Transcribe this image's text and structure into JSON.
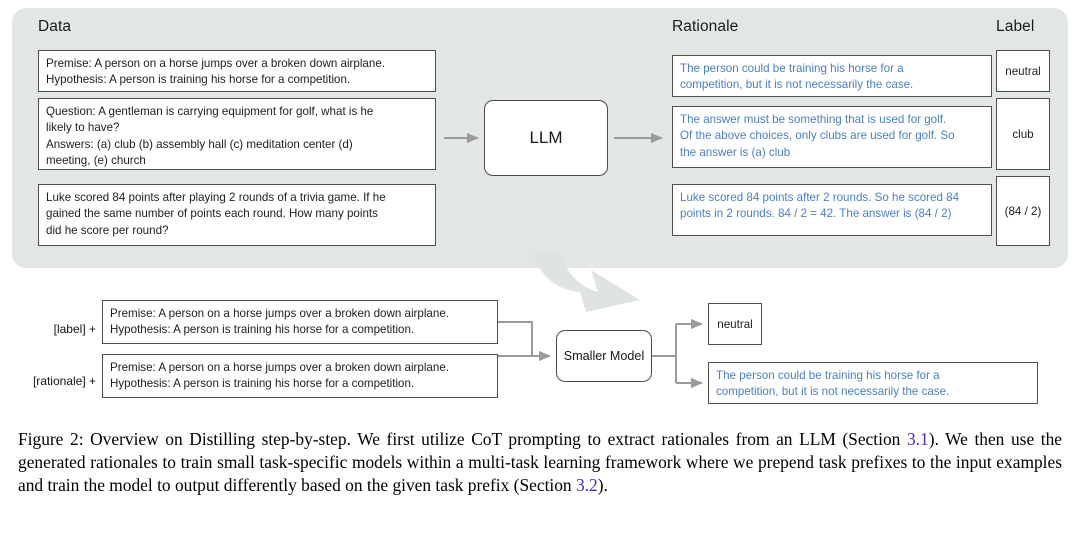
{
  "figure": {
    "panel": {
      "headers": {
        "data": "Data",
        "rationale": "Rationale",
        "label": "Label"
      },
      "examples": [
        {
          "data_lines": [
            "Premise: A person on a horse jumps over a broken down airplane.",
            "Hypothesis: A person is training his horse for a competition."
          ],
          "rationale_lines": [
            "The person could be training his horse for a",
            "competition, but it is not necessarily the case."
          ],
          "label": "neutral"
        },
        {
          "data_lines": [
            "Question: A gentleman is carrying equipment for golf, what is he",
            "likely to have?",
            "Answers: (a) club (b) assembly hall (c) meditation center (d)",
            "meeting, (e) church"
          ],
          "rationale_lines": [
            "The answer must be something that is used for golf.",
            "Of the above choices, only clubs are used for golf. So",
            "the answer is (a) club"
          ],
          "label": "club"
        },
        {
          "data_lines": [
            "Luke scored 84 points after playing 2 rounds of a trivia game. If he",
            "gained the same number of points each round. How many points",
            "did he score per round?"
          ],
          "rationale_lines": [
            "Luke scored 84 points after 2 rounds. So he scored 84",
            "points in 2 rounds. 84 / 2 = 42. The answer is (84 / 2)"
          ],
          "label": "(84 / 2)"
        }
      ],
      "llm_box_label": "LLM"
    },
    "bottom": {
      "smaller_model_label": "Smaller Model",
      "inputs": [
        {
          "prefix": "[label] +",
          "lines": [
            "Premise: A person on a horse jumps over a broken down airplane.",
            "Hypothesis: A person is training his horse for a competition."
          ]
        },
        {
          "prefix": "[rationale] +",
          "lines": [
            "Premise: A person on a horse jumps over a broken down airplane.",
            "Hypothesis: A person is training his horse for a competition."
          ]
        }
      ],
      "outputs": {
        "label": "neutral",
        "rationale_lines": [
          "The person could be training his horse for a",
          "competition, but it is not necessarily the case."
        ]
      }
    },
    "caption": {
      "part1": "Figure 2: Overview on Distilling step-by-step. We first utilize CoT prompting to extract rationales from an LLM (Section ",
      "sec1": "3.1",
      "part2": "). We then use the generated rationales to train small task-specific models within a multi-task learning framework where we prepend task prefixes to the input examples and train the model to output differently based on the given task prefix (Section ",
      "sec2": "3.2",
      "part3": ")."
    },
    "colors": {
      "panel_bg": "#e2e6e6",
      "rationale_text": "#4a7fc1",
      "box_border": "#4d4d4d",
      "connector": "#9a9a9a",
      "section_link": "#3a30b5"
    }
  }
}
